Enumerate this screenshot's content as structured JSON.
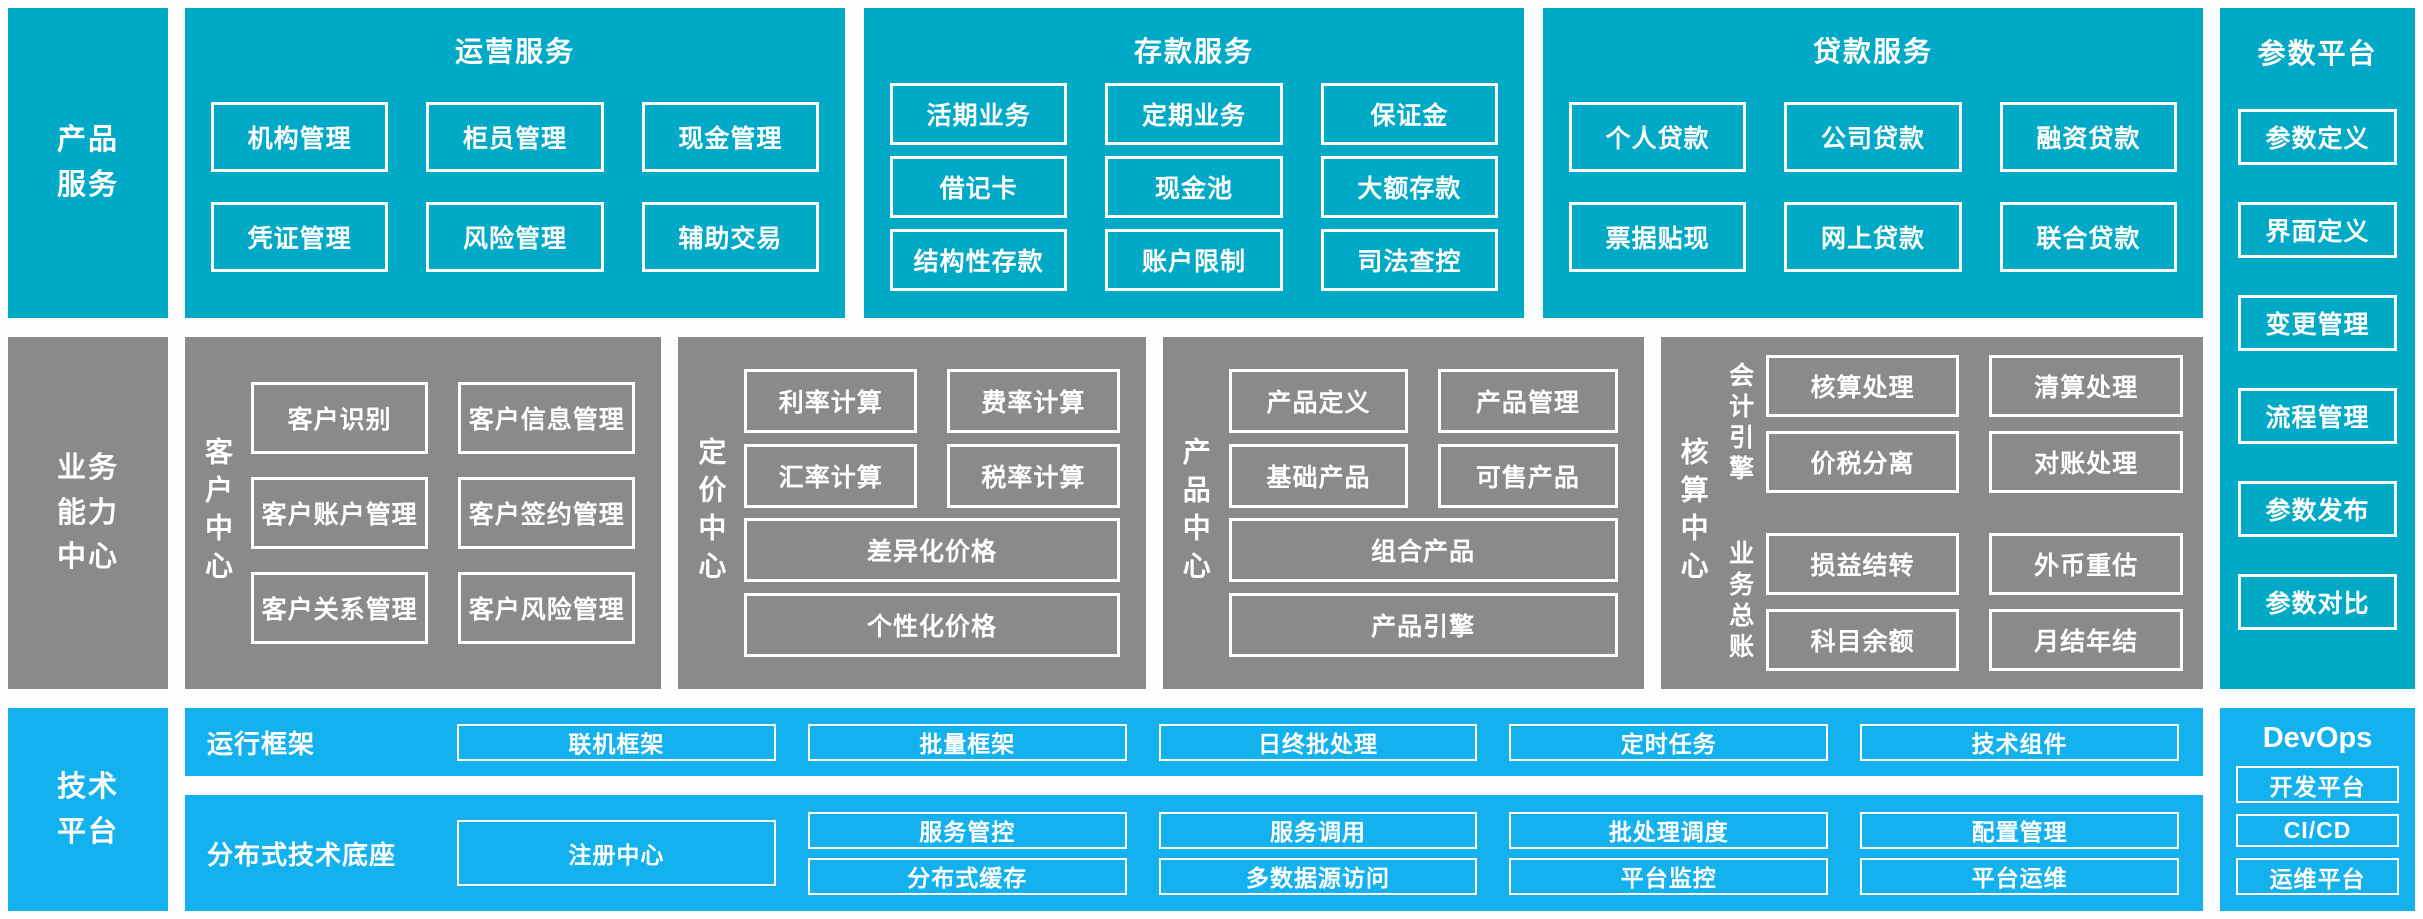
{
  "colors": {
    "teal": "#00a9c5",
    "gray": "#8a8a8a",
    "blue": "#14b1ef",
    "background": "#fbfdfe",
    "box_border": "#ffffff"
  },
  "rails": [
    {
      "label": "产品\n服务"
    },
    {
      "label": "业务\n能力\n中心"
    },
    {
      "label": "技术\n平台"
    }
  ],
  "top_panels": [
    {
      "title": "运营服务",
      "boxes": [
        "机构管理",
        "柜员管理",
        "现金管理",
        "凭证管理",
        "风险管理",
        "辅助交易"
      ]
    },
    {
      "title": "存款服务",
      "boxes": [
        "活期业务",
        "定期业务",
        "保证金",
        "借记卡",
        "现金池",
        "大额存款",
        "结构性存款",
        "账户限制",
        "司法查控"
      ]
    },
    {
      "title": "贷款服务",
      "boxes": [
        "个人贷款",
        "公司贷款",
        "融资贷款",
        "票据贴现",
        "网上贷款",
        "联合贷款"
      ]
    }
  ],
  "mid_panels": {
    "customer": {
      "side_label": "客户中心",
      "boxes": [
        "客户识别",
        "客户信息管理",
        "客户账户管理",
        "客户签约管理",
        "客户关系管理",
        "客户风险管理"
      ]
    },
    "pricing": {
      "side_label": "定价中心",
      "boxes": [
        "利率计算",
        "费率计算",
        "汇率计算",
        "税率计算"
      ],
      "wide_boxes": [
        "差异化价格",
        "个性化价格"
      ]
    },
    "product": {
      "side_label": "产品中心",
      "boxes": [
        "产品定义",
        "产品管理",
        "基础产品",
        "可售产品"
      ],
      "wide_boxes": [
        "组合产品",
        "产品引擎"
      ]
    },
    "accounting": {
      "side_label": "核算中心",
      "groups": [
        {
          "label": "会计引擎",
          "boxes": [
            "核算处理",
            "清算处理",
            "价税分离",
            "对账处理"
          ]
        },
        {
          "label": "业务总账",
          "boxes": [
            "损益结转",
            "外币重估",
            "科目余额",
            "月结年结"
          ]
        }
      ]
    }
  },
  "right_rail": {
    "parameter_platform": {
      "title": "参数平台",
      "boxes": [
        "参数定义",
        "界面定义",
        "变更管理",
        "流程管理",
        "参数发布",
        "参数对比"
      ]
    },
    "devops": {
      "title": "DevOps",
      "boxes": [
        "开发平台",
        "CI/CD",
        "运维平台"
      ]
    }
  },
  "bottom_bars": {
    "runtime": {
      "label": "运行框架",
      "boxes": [
        "联机框架",
        "批量框架",
        "日终批处理",
        "定时任务",
        "技术组件"
      ]
    },
    "distributed": {
      "label": "分布式技术底座",
      "registry_box": "注册中心",
      "grid": [
        "服务管控",
        "服务调用",
        "批处理调度",
        "配置管理",
        "分布式缓存",
        "多数据源访问",
        "平台监控",
        "平台运维"
      ]
    }
  }
}
